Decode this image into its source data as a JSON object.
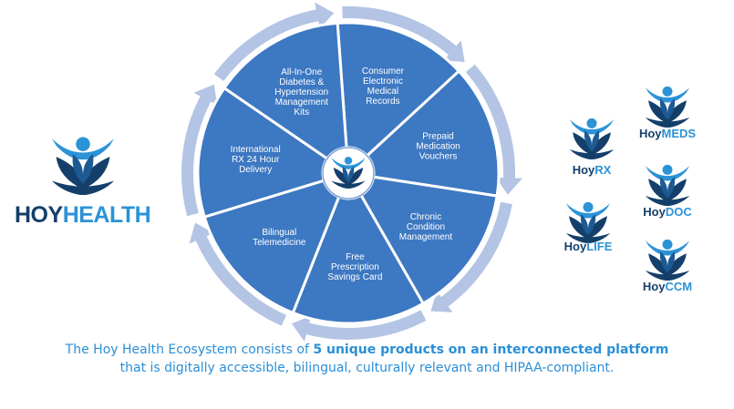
{
  "colors": {
    "navy": "#153f6b",
    "blue": "#2c93d6",
    "wedge": "#3d78c2",
    "ring": "#b3c4e4"
  },
  "brand": {
    "main": {
      "prefix": "HOY",
      "suffix": "HEALTH"
    }
  },
  "wheel": {
    "segments": [
      "Consumer Electronic Medical Records",
      "Prepaid Medication Vouchers",
      "Chronic Condition Management",
      "Free Prescription Savings Card",
      "Bilingual Telemedicine",
      "International RX 24 Hour Delivery",
      "All-In-One Diabetes & Hypertension Management Kits"
    ]
  },
  "products": [
    {
      "prefix": "Hoy",
      "suffix": "RX",
      "icon": "lotus-logo-icon"
    },
    {
      "prefix": "Hoy",
      "suffix": "MEDS",
      "icon": "lotus-logo-icon"
    },
    {
      "prefix": "Hoy",
      "suffix": "DOC",
      "icon": "lotus-logo-icon"
    },
    {
      "prefix": "Hoy",
      "suffix": "LIFE",
      "icon": "lotus-logo-icon"
    },
    {
      "prefix": "Hoy",
      "suffix": "CCM",
      "icon": "lotus-logo-icon"
    }
  ],
  "caption": {
    "line1_start": "The Hoy Health Ecosystem consists of ",
    "line1_bold": "5 unique products on an interconnected platform",
    "line2": "that is digitally accessible, bilingual, culturally relevant and HIPAA-compliant."
  }
}
